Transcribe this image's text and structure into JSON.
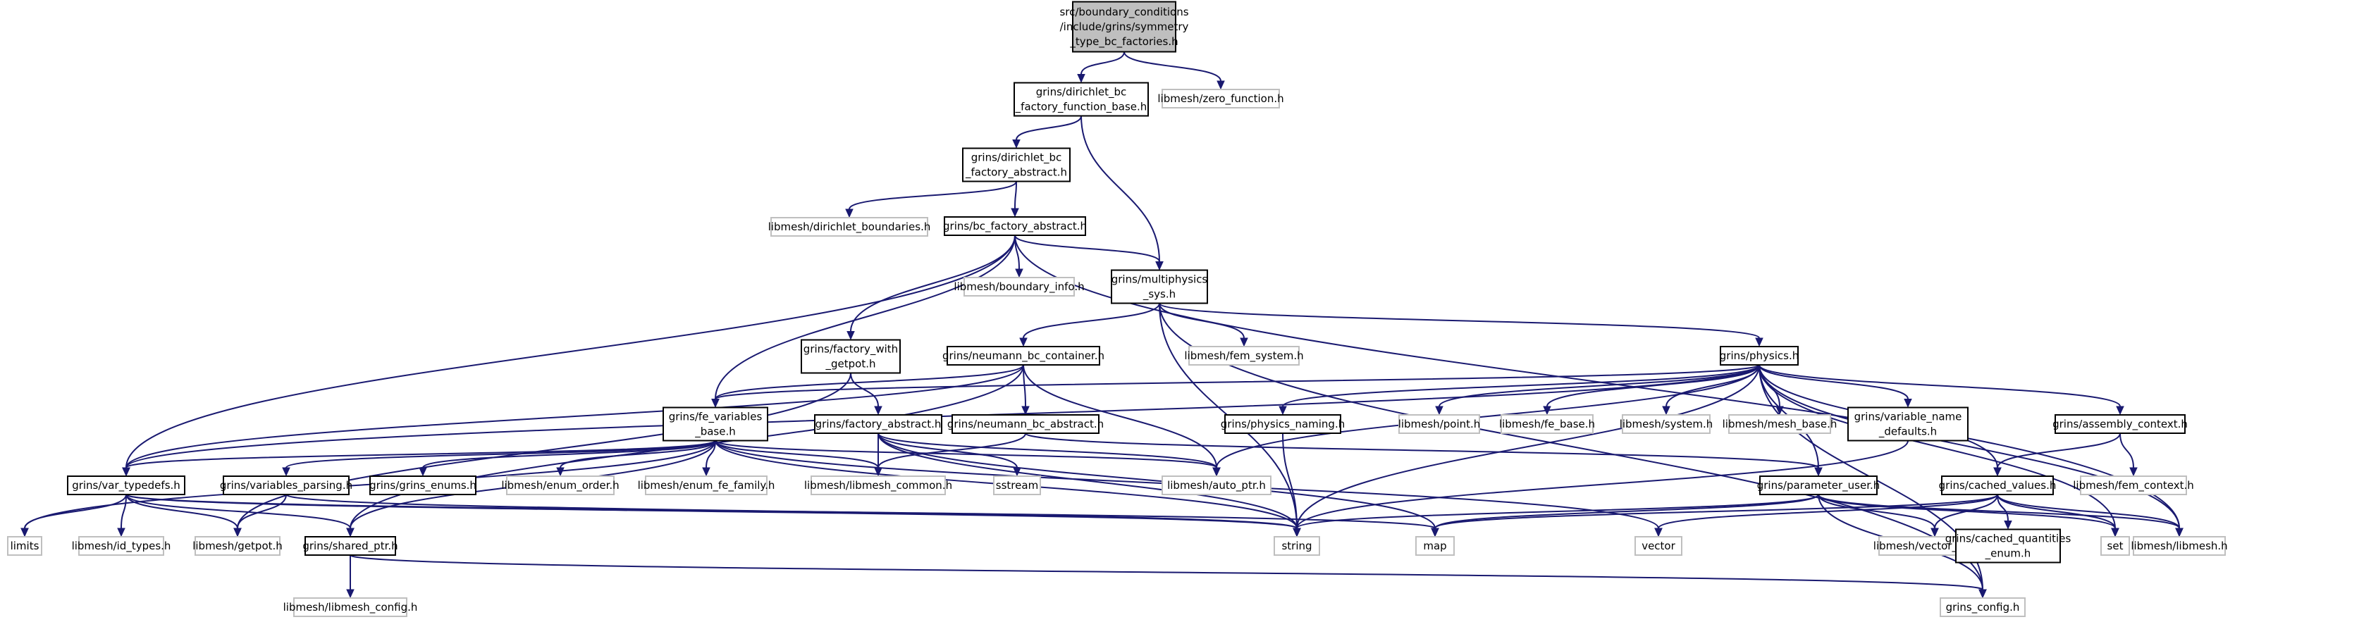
{
  "colors": {
    "edge": "#191970",
    "root_fill": "#bfbfbf",
    "documented_border": "#000000",
    "external_border": "#bfbfbf",
    "external_text": "#000000"
  },
  "nodes": [
    {
      "id": "root",
      "kind": "root",
      "lines": [
        "src/boundary_conditions",
        "/include/grins/symmetry",
        "_type_bc_factories.h"
      ]
    },
    {
      "id": "dirichlet_bc_factory_function_base",
      "kind": "documented",
      "lines": [
        "grins/dirichlet_bc",
        "_factory_function_base.h"
      ]
    },
    {
      "id": "zero_function",
      "kind": "external",
      "lines": [
        "libmesh/zero_function.h"
      ]
    },
    {
      "id": "dirichlet_bc_factory_abstract",
      "kind": "documented",
      "lines": [
        "grins/dirichlet_bc",
        "_factory_abstract.h"
      ]
    },
    {
      "id": "dirichlet_boundaries",
      "kind": "external",
      "lines": [
        "libmesh/dirichlet_boundaries.h"
      ]
    },
    {
      "id": "bc_factory_abstract",
      "kind": "documented",
      "lines": [
        "grins/bc_factory_abstract.h"
      ]
    },
    {
      "id": "boundary_info",
      "kind": "external",
      "lines": [
        "libmesh/boundary_info.h"
      ]
    },
    {
      "id": "multiphysics_sys",
      "kind": "documented",
      "lines": [
        "grins/multiphysics",
        "_sys.h"
      ]
    },
    {
      "id": "factory_with_getpot",
      "kind": "documented",
      "lines": [
        "grins/factory_with",
        "_getpot.h"
      ]
    },
    {
      "id": "neumann_bc_container",
      "kind": "documented",
      "lines": [
        "grins/neumann_bc_container.h"
      ]
    },
    {
      "id": "fem_system",
      "kind": "external",
      "lines": [
        "libmesh/fem_system.h"
      ]
    },
    {
      "id": "physics",
      "kind": "documented",
      "lines": [
        "grins/physics.h"
      ]
    },
    {
      "id": "fe_variables_base",
      "kind": "documented",
      "lines": [
        "grins/fe_variables",
        "_base.h"
      ]
    },
    {
      "id": "factory_abstract",
      "kind": "documented",
      "lines": [
        "grins/factory_abstract.h"
      ]
    },
    {
      "id": "neumann_bc_abstract",
      "kind": "documented",
      "lines": [
        "grins/neumann_bc_abstract.h"
      ]
    },
    {
      "id": "physics_naming",
      "kind": "documented",
      "lines": [
        "grins/physics_naming.h"
      ]
    },
    {
      "id": "point",
      "kind": "external",
      "lines": [
        "libmesh/point.h"
      ]
    },
    {
      "id": "fe_base",
      "kind": "external",
      "lines": [
        "libmesh/fe_base.h"
      ]
    },
    {
      "id": "system",
      "kind": "external",
      "lines": [
        "libmesh/system.h"
      ]
    },
    {
      "id": "mesh_base",
      "kind": "external",
      "lines": [
        "libmesh/mesh_base.h"
      ]
    },
    {
      "id": "variable_name_defaults",
      "kind": "documented",
      "lines": [
        "grins/variable_name",
        "_defaults.h"
      ]
    },
    {
      "id": "assembly_context",
      "kind": "documented",
      "lines": [
        "grins/assembly_context.h"
      ]
    },
    {
      "id": "var_typedefs",
      "kind": "documented",
      "lines": [
        "grins/var_typedefs.h"
      ]
    },
    {
      "id": "variables_parsing",
      "kind": "documented",
      "lines": [
        "grins/variables_parsing.h"
      ]
    },
    {
      "id": "grins_enums",
      "kind": "documented",
      "lines": [
        "grins/grins_enums.h"
      ]
    },
    {
      "id": "enum_order",
      "kind": "external",
      "lines": [
        "libmesh/enum_order.h"
      ]
    },
    {
      "id": "enum_fe_family",
      "kind": "external",
      "lines": [
        "libmesh/enum_fe_family.h"
      ]
    },
    {
      "id": "libmesh_common",
      "kind": "external",
      "lines": [
        "libmesh/libmesh_common.h"
      ]
    },
    {
      "id": "sstream",
      "kind": "external",
      "lines": [
        "sstream"
      ]
    },
    {
      "id": "auto_ptr",
      "kind": "external",
      "lines": [
        "libmesh/auto_ptr.h"
      ]
    },
    {
      "id": "parameter_user",
      "kind": "documented",
      "lines": [
        "grins/parameter_user.h"
      ]
    },
    {
      "id": "cached_values",
      "kind": "documented",
      "lines": [
        "grins/cached_values.h"
      ]
    },
    {
      "id": "fem_context",
      "kind": "external",
      "lines": [
        "libmesh/fem_context.h"
      ]
    },
    {
      "id": "limits",
      "kind": "external",
      "lines": [
        "limits"
      ]
    },
    {
      "id": "id_types",
      "kind": "external",
      "lines": [
        "libmesh/id_types.h"
      ]
    },
    {
      "id": "getpot",
      "kind": "external",
      "lines": [
        "libmesh/getpot.h"
      ]
    },
    {
      "id": "shared_ptr",
      "kind": "documented",
      "lines": [
        "grins/shared_ptr.h"
      ]
    },
    {
      "id": "string",
      "kind": "external",
      "lines": [
        "string"
      ]
    },
    {
      "id": "map",
      "kind": "external",
      "lines": [
        "map"
      ]
    },
    {
      "id": "vector",
      "kind": "external",
      "lines": [
        "vector"
      ]
    },
    {
      "id": "vector_value",
      "kind": "external",
      "lines": [
        "libmesh/vector_value.h"
      ]
    },
    {
      "id": "cached_quantities_enum",
      "kind": "documented",
      "lines": [
        "grins/cached_quantities",
        "_enum.h"
      ]
    },
    {
      "id": "set",
      "kind": "external",
      "lines": [
        "set"
      ]
    },
    {
      "id": "libmesh",
      "kind": "external",
      "lines": [
        "libmesh/libmesh.h"
      ]
    },
    {
      "id": "libmesh_config",
      "kind": "external",
      "lines": [
        "libmesh/libmesh_config.h"
      ]
    },
    {
      "id": "grins_config",
      "kind": "external",
      "lines": [
        "grins_config.h"
      ]
    }
  ],
  "edges": [
    [
      "root",
      "dirichlet_bc_factory_function_base"
    ],
    [
      "root",
      "zero_function"
    ],
    [
      "dirichlet_bc_factory_function_base",
      "dirichlet_bc_factory_abstract"
    ],
    [
      "dirichlet_bc_factory_function_base",
      "multiphysics_sys"
    ],
    [
      "dirichlet_bc_factory_abstract",
      "dirichlet_boundaries"
    ],
    [
      "dirichlet_bc_factory_abstract",
      "bc_factory_abstract"
    ],
    [
      "bc_factory_abstract",
      "boundary_info"
    ],
    [
      "bc_factory_abstract",
      "multiphysics_sys"
    ],
    [
      "bc_factory_abstract",
      "factory_with_getpot"
    ],
    [
      "bc_factory_abstract",
      "fe_variables_base"
    ],
    [
      "bc_factory_abstract",
      "var_typedefs"
    ],
    [
      "bc_factory_abstract",
      "libmesh"
    ],
    [
      "multiphysics_sys",
      "neumann_bc_container"
    ],
    [
      "multiphysics_sys",
      "fem_system"
    ],
    [
      "multiphysics_sys",
      "physics"
    ],
    [
      "multiphysics_sys",
      "string"
    ],
    [
      "multiphysics_sys",
      "grins_config"
    ],
    [
      "factory_with_getpot",
      "factory_abstract"
    ],
    [
      "factory_with_getpot",
      "getpot"
    ],
    [
      "neumann_bc_container",
      "neumann_bc_abstract"
    ],
    [
      "neumann_bc_container",
      "fe_variables_base"
    ],
    [
      "neumann_bc_container",
      "var_typedefs"
    ],
    [
      "neumann_bc_container",
      "shared_ptr"
    ],
    [
      "neumann_bc_container",
      "auto_ptr"
    ],
    [
      "physics",
      "physics_naming"
    ],
    [
      "physics",
      "point"
    ],
    [
      "physics",
      "fe_base"
    ],
    [
      "physics",
      "system"
    ],
    [
      "physics",
      "mesh_base"
    ],
    [
      "physics",
      "variable_name_defaults"
    ],
    [
      "physics",
      "assembly_context"
    ],
    [
      "physics",
      "cached_values"
    ],
    [
      "physics",
      "parameter_user"
    ],
    [
      "physics",
      "fe_variables_base"
    ],
    [
      "physics",
      "var_typedefs"
    ],
    [
      "physics",
      "auto_ptr"
    ],
    [
      "physics",
      "string"
    ],
    [
      "physics",
      "set"
    ],
    [
      "physics",
      "libmesh"
    ],
    [
      "physics",
      "grins_config"
    ],
    [
      "fe_variables_base",
      "var_typedefs"
    ],
    [
      "fe_variables_base",
      "variables_parsing"
    ],
    [
      "fe_variables_base",
      "grins_enums"
    ],
    [
      "fe_variables_base",
      "enum_order"
    ],
    [
      "fe_variables_base",
      "enum_fe_family"
    ],
    [
      "fe_variables_base",
      "libmesh_common"
    ],
    [
      "fe_variables_base",
      "auto_ptr"
    ],
    [
      "fe_variables_base",
      "string"
    ],
    [
      "fe_variables_base",
      "vector"
    ],
    [
      "fe_variables_base",
      "limits"
    ],
    [
      "fe_variables_base",
      "shared_ptr"
    ],
    [
      "factory_abstract",
      "libmesh_common"
    ],
    [
      "factory_abstract",
      "sstream"
    ],
    [
      "factory_abstract",
      "auto_ptr"
    ],
    [
      "factory_abstract",
      "string"
    ],
    [
      "factory_abstract",
      "map"
    ],
    [
      "neumann_bc_abstract",
      "libmesh_common"
    ],
    [
      "neumann_bc_abstract",
      "parameter_user"
    ],
    [
      "physics_naming",
      "string"
    ],
    [
      "variable_name_defaults",
      "string"
    ],
    [
      "assembly_context",
      "fem_context"
    ],
    [
      "assembly_context",
      "cached_values"
    ],
    [
      "var_typedefs",
      "limits"
    ],
    [
      "var_typedefs",
      "id_types"
    ],
    [
      "var_typedefs",
      "getpot"
    ],
    [
      "var_typedefs",
      "shared_ptr"
    ],
    [
      "var_typedefs",
      "string"
    ],
    [
      "var_typedefs",
      "map"
    ],
    [
      "variables_parsing",
      "getpot"
    ],
    [
      "variables_parsing",
      "string"
    ],
    [
      "shared_ptr",
      "libmesh_config"
    ],
    [
      "shared_ptr",
      "grins_config"
    ],
    [
      "parameter_user",
      "string"
    ],
    [
      "parameter_user",
      "map"
    ],
    [
      "parameter_user",
      "vector_value"
    ],
    [
      "parameter_user",
      "set"
    ],
    [
      "parameter_user",
      "libmesh"
    ],
    [
      "parameter_user",
      "grins_config"
    ],
    [
      "cached_values",
      "vector"
    ],
    [
      "cached_values",
      "vector_value"
    ],
    [
      "cached_values",
      "cached_quantities_enum"
    ],
    [
      "cached_values",
      "set"
    ],
    [
      "cached_values",
      "libmesh"
    ],
    [
      "cached_values",
      "map"
    ]
  ]
}
